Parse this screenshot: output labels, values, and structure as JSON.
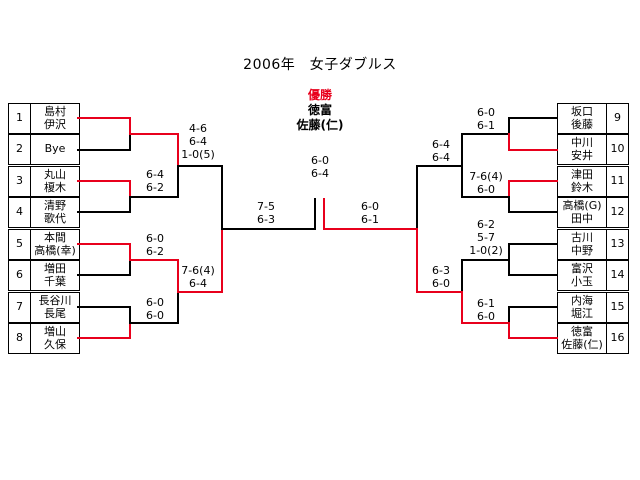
{
  "title": "2006年　女子ダブルス",
  "champion": {
    "label": "優勝",
    "line1": "徳富",
    "line2": "佐藤(仁)"
  },
  "colors": {
    "winner": "#e8001c",
    "loser": "#000000"
  },
  "left_entries": [
    {
      "num": "1",
      "l1": "島村",
      "l2": "伊沢"
    },
    {
      "num": "2",
      "l1": "Bye",
      "l2": ""
    },
    {
      "num": "3",
      "l1": "丸山",
      "l2": "榎木"
    },
    {
      "num": "4",
      "l1": "清野",
      "l2": "歌代"
    },
    {
      "num": "5",
      "l1": "本間",
      "l2": "高橋(幸)"
    },
    {
      "num": "6",
      "l1": "増田",
      "l2": "千葉"
    },
    {
      "num": "7",
      "l1": "長谷川",
      "l2": "長尾"
    },
    {
      "num": "8",
      "l1": "増山",
      "l2": "久保"
    }
  ],
  "right_entries": [
    {
      "num": "9",
      "l1": "坂口",
      "l2": "後藤"
    },
    {
      "num": "10",
      "l1": "中川",
      "l2": "安井"
    },
    {
      "num": "11",
      "l1": "津田",
      "l2": "鈴木"
    },
    {
      "num": "12",
      "l1": "高橋(G)",
      "l2": "田中"
    },
    {
      "num": "13",
      "l1": "古川",
      "l2": "中野"
    },
    {
      "num": "14",
      "l1": "富沢",
      "l2": "小玉"
    },
    {
      "num": "15",
      "l1": "内海",
      "l2": "堀江"
    },
    {
      "num": "16",
      "l1": "徳富",
      "l2": "佐藤(仁)"
    }
  ],
  "scores": {
    "l_r1_m2": [
      "6-4",
      "6-2"
    ],
    "l_r1_m3": [
      "6-0",
      "6-2"
    ],
    "l_r1_m4": [
      "6-0",
      "6-0"
    ],
    "l_r2_m1": [
      "4-6",
      "6-4",
      "1-0(5)"
    ],
    "l_r2_m2": [
      "7-6(4)",
      "6-4"
    ],
    "l_semi": [
      "7-5",
      "6-3"
    ],
    "final": [
      "6-0",
      "6-4"
    ],
    "r_semi": [
      "6-0",
      "6-1"
    ],
    "r_r2_m1": [
      "6-4",
      "6-4"
    ],
    "r_r1_m2": [
      "7-6(4)",
      "6-0"
    ],
    "r_r1_m3": [
      "6-2",
      "5-7",
      "1-0(2)"
    ],
    "r_r2_m2": [
      "6-3",
      "6-0"
    ],
    "r_r1_m4": [
      "6-1",
      "6-0"
    ]
  }
}
